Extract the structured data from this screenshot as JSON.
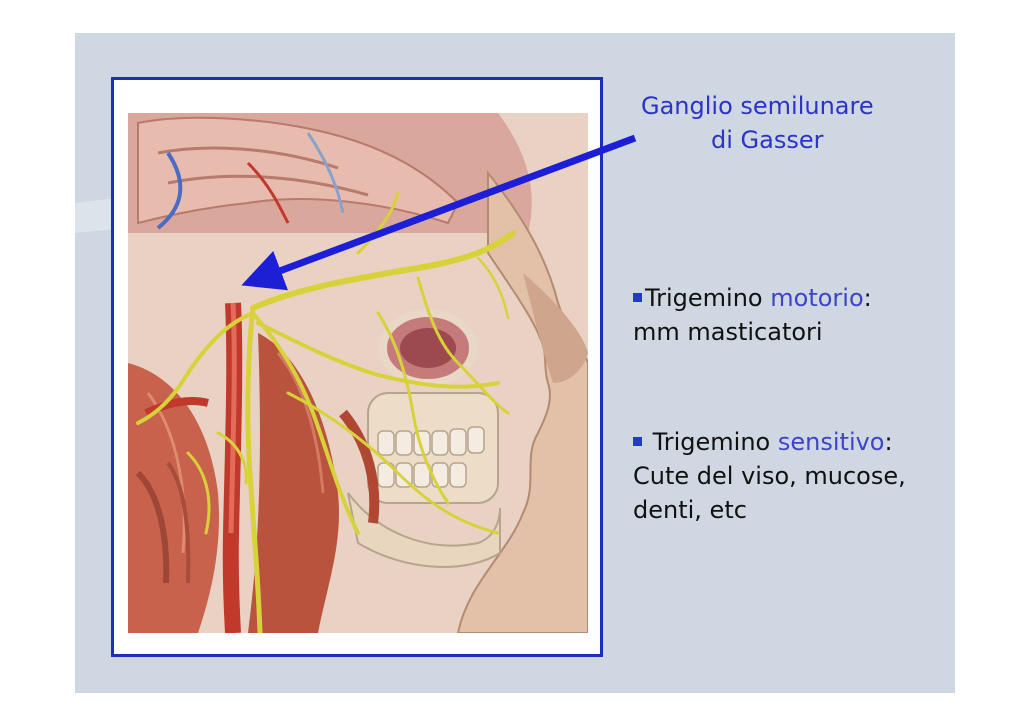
{
  "callout": {
    "line1": "Ganglio semilunare",
    "line2": "di Gasser"
  },
  "bullets": [
    {
      "lead": "Trigemino ",
      "keyword": "motorio",
      "colon": ":",
      "detail": "mm masticatori"
    },
    {
      "lead": " Trigemino ",
      "keyword": "sensitivo",
      "colon": ":",
      "detail_line1": "Cute del viso, mucose,",
      "detail_line2": "denti, etc"
    }
  ],
  "colors": {
    "slide_background": "#cfd8e2",
    "frame_border": "#1c2fb8",
    "callout_text": "#2b33c8",
    "keyword_text": "#3d45c6",
    "nerve_yellow": "#d8d23a",
    "artery_red": "#c0392b"
  },
  "image": {
    "subject": "sagittal-head-anatomy-illustration",
    "icon": "anatomy-illustration"
  }
}
